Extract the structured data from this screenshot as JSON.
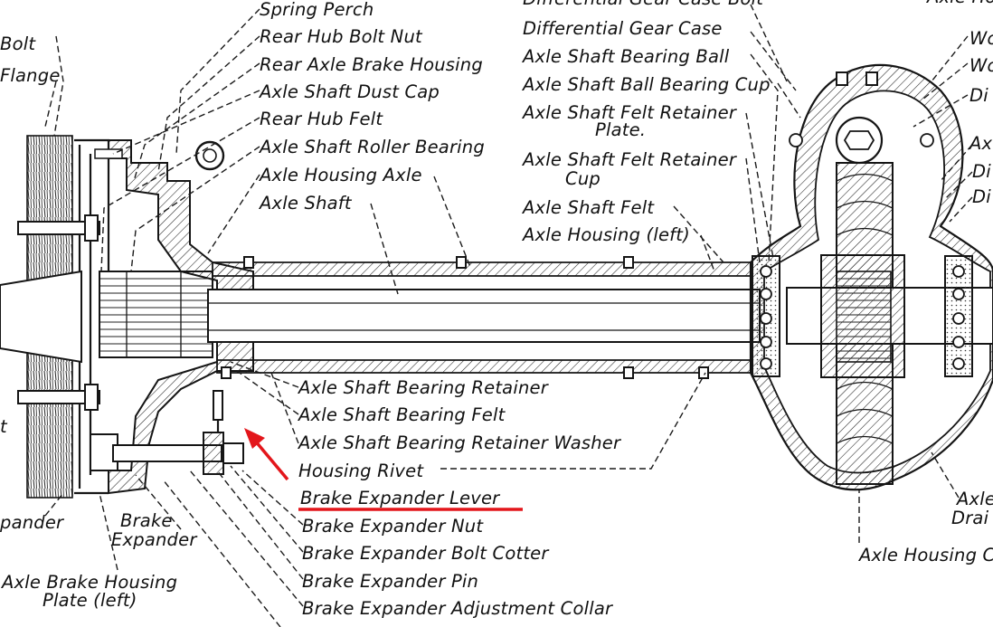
{
  "labels": {
    "differential_gear_case_bolt": "Differential Gear Case Bolt",
    "spring_perch": "Spring Perch",
    "rear_hub_bolt_nut": "Rear Hub Bolt Nut",
    "rear_axle_brake_housing": "Rear Axle Brake Housing",
    "axle_shaft_dust_cap": "Axle Shaft Dust Cap",
    "rear_hub_felt": "Rear Hub Felt",
    "axle_shaft_roller_bearing": "Axle Shaft Roller Bearing",
    "axle_housing_axle": "Axle Housing Axle",
    "axle_shaft": "Axle Shaft",
    "differential_gear_case": "Differential Gear Case",
    "axle_shaft_bearing_ball": "Axle Shaft Bearing Ball",
    "axle_shaft_ball_bearing_cup": "Axle Shaft Ball Bearing Cup",
    "axle_shaft_felt_retainer_plate_1": "Axle Shaft Felt Retainer",
    "axle_shaft_felt_retainer_plate_2": "Plate.",
    "axle_shaft_felt_retainer_cup_1": "Axle Shaft Felt Retainer",
    "axle_shaft_felt_retainer_cup_2": "Cup",
    "axle_shaft_felt": "Axle Shaft Felt",
    "axle_housing_left": "Axle Housing (left)",
    "axle_shaft_bearing_retainer": "Axle Shaft Bearing Retainer",
    "axle_shaft_bearing_felt": "Axle Shaft Bearing Felt",
    "axle_shaft_bearing_retainer_washer": "Axle Shaft Bearing Retainer Washer",
    "housing_rivet": "Housing Rivet",
    "brake_expander_lever": "Brake Expander Lever",
    "brake_expander_nut": "Brake Expander Nut",
    "brake_expander_bolt_cotter": "Brake Expander Bolt Cotter",
    "brake_expander_pin": "Brake Expander Pin",
    "brake_expander_adjustment_collar": "Brake Expander Adjustment Collar",
    "brake_expander_1": "Brake",
    "brake_expander_2": "Expander",
    "axle_brake_housing_plate_1": "Axle Brake Housing",
    "axle_brake_housing_plate_2": "Plate (left)",
    "left_bolt": "Bolt",
    "left_flange": "Flange",
    "left_expander": "pander",
    "left_t": "t",
    "right_top": "Axle Hou",
    "right_wo_1": "Wo",
    "right_wo_2": "Wo",
    "right_di_1": "Di",
    "right_ax": "Ax",
    "right_di_2": "Di",
    "right_di_3": "Di",
    "right_axle": "Axle",
    "right_drai": "Drai",
    "axle_housing_c": "Axle Housing C"
  },
  "highlight": {
    "target": "Brake Expander Lever",
    "color": "#e3161b"
  }
}
